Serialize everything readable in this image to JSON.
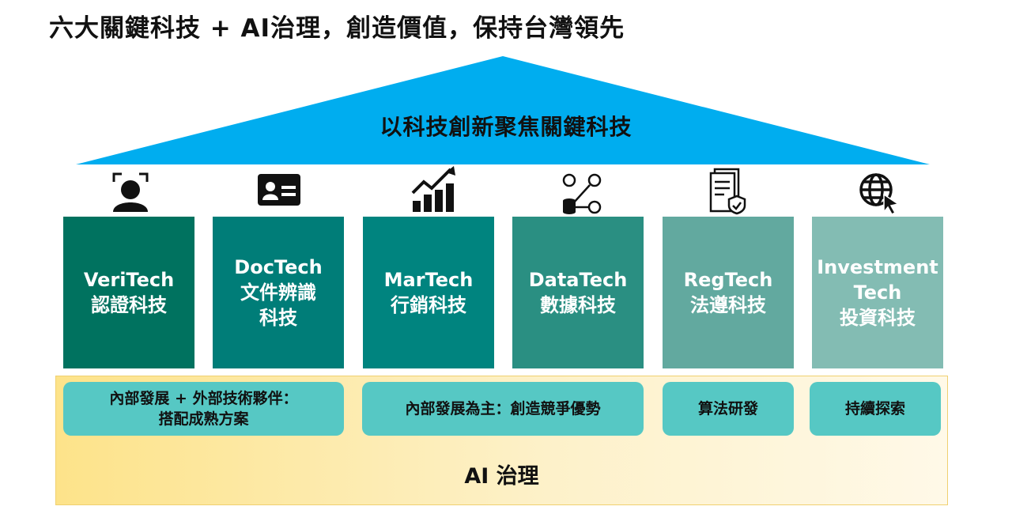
{
  "header": {
    "title": "六大關鍵科技 + AI治理，創造價值，保持台灣領先"
  },
  "roof": {
    "label": "以科技創新聚焦關鍵科技",
    "color": "#00adef"
  },
  "pillars": [
    {
      "name_en": "VeriTech",
      "name_zh": "認證科技",
      "icon": "face-scan-icon",
      "color": "#00725f"
    },
    {
      "name_en": "DocTech",
      "name_zh": "文件辨識\n科技",
      "icon": "id-card-icon",
      "color": "#007d78"
    },
    {
      "name_en": "MarTech",
      "name_zh": "行銷科技",
      "icon": "growth-chart-icon",
      "color": "#00847f"
    },
    {
      "name_en": "DataTech",
      "name_zh": "數據科技",
      "icon": "data-network-icon",
      "color": "#2a8f82"
    },
    {
      "name_en": "RegTech",
      "name_zh": "法遵科技",
      "icon": "compliance-document-icon",
      "color": "#62a99f"
    },
    {
      "name_en": "Investment\nTech",
      "name_zh": "投資科技",
      "icon": "globe-cursor-icon",
      "color": "#83bcb3"
    }
  ],
  "practices": [
    {
      "line1": "內部發展 + 外部技術夥伴：",
      "line2": "搭配成熟方案"
    },
    {
      "line1": "內部發展為主：創造競爭優勢",
      "line2": ""
    },
    {
      "line1": "算法研發",
      "line2": ""
    },
    {
      "line1": "持續探索",
      "line2": ""
    }
  ],
  "foundation": {
    "label": "AI 治理"
  }
}
